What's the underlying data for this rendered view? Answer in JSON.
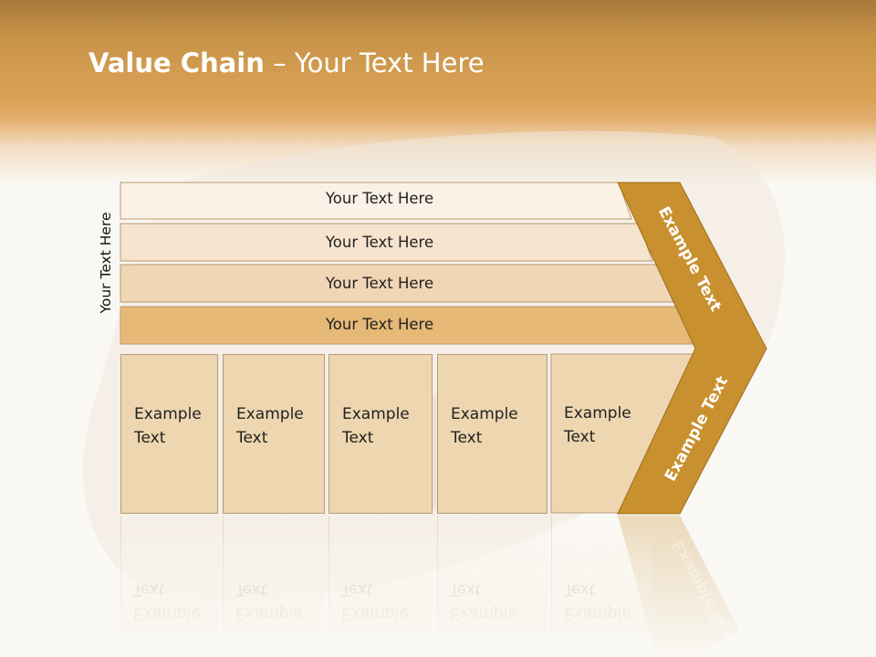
{
  "slide": {
    "title_bold": "Value Chain",
    "title_rest": " – Your Text Here",
    "side_label": "Your Text Here",
    "bars": [
      "Your Text Here",
      "Your Text Here",
      "Your Text Here",
      "Your Text Here"
    ],
    "cells": [
      "Example\nText",
      "Example\nText",
      "Example\nText",
      "Example\nText",
      "Example\nText"
    ],
    "chevron_upper": "Example Text",
    "chevron_lower": "Example Text",
    "colors": {
      "header_gold": "#dba258",
      "chevron_gold": "#c8902e",
      "cell_fill": "#edd6b0",
      "bar_fills": [
        "#fbf1e6",
        "#f6e4ce",
        "#f0d6b4",
        "#e7b977"
      ]
    }
  }
}
